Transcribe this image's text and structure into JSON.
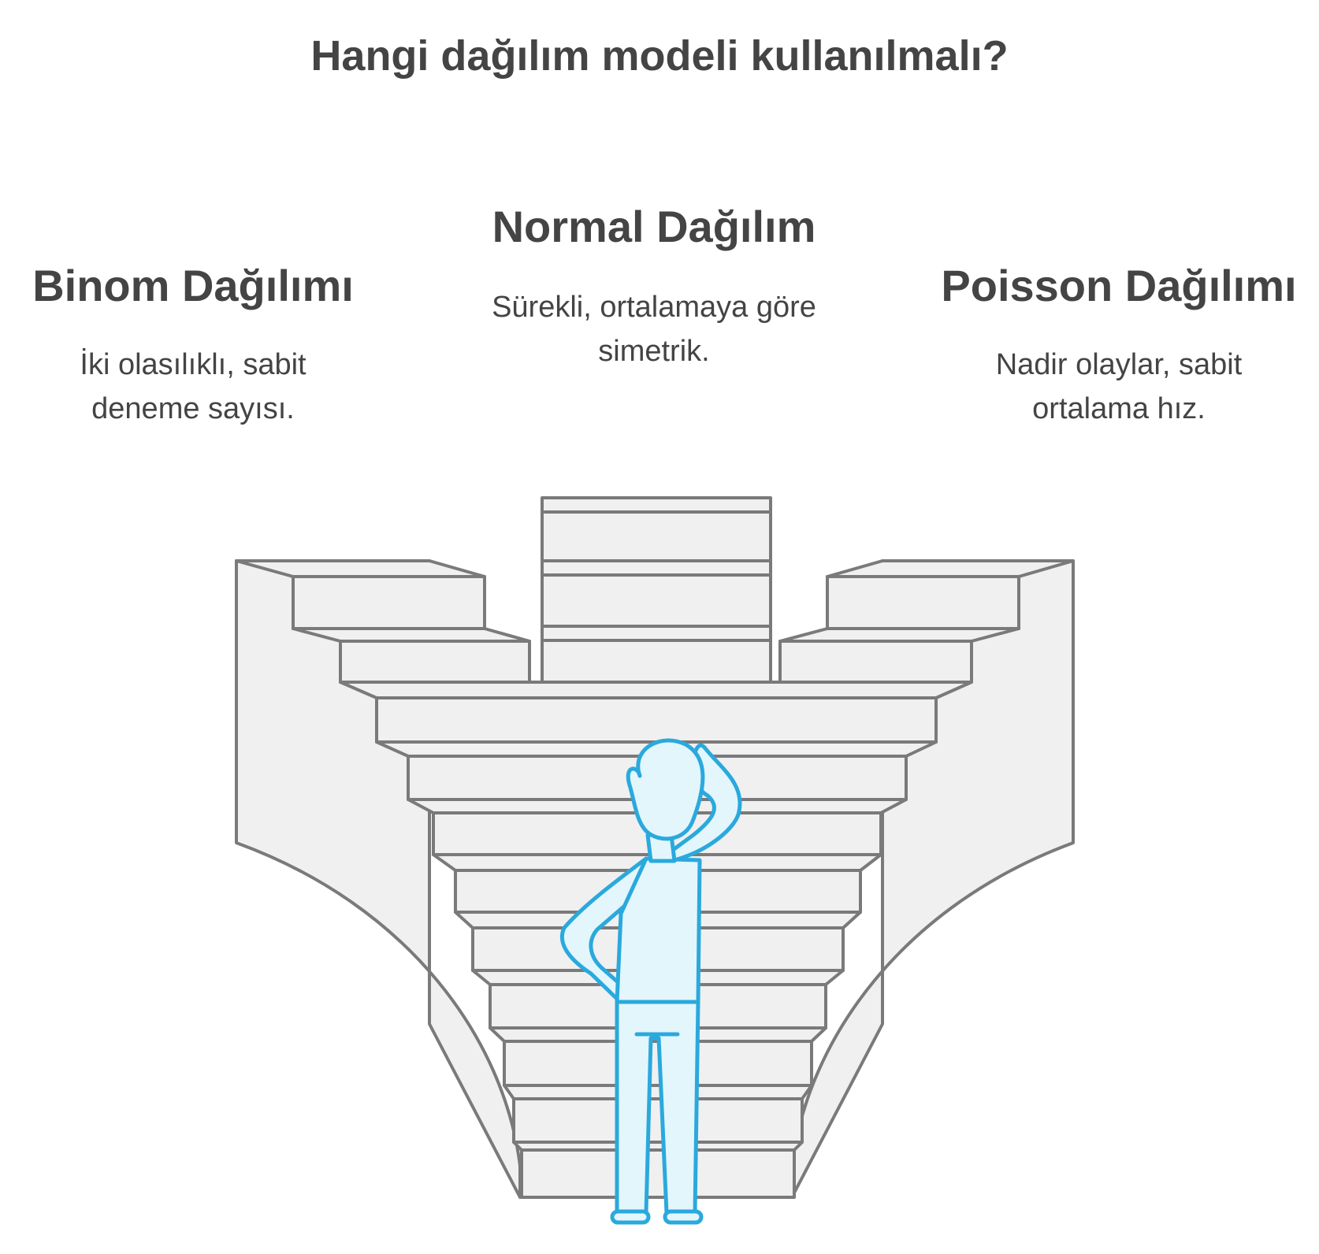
{
  "title": "Hangi dağılım modeli kullanılmalı?",
  "options": {
    "binom": {
      "title": "Binom Dağılımı",
      "desc_line1": "İki olasılıklı, sabit",
      "desc_line2": "deneme sayısı."
    },
    "normal": {
      "title": "Normal Dağılım",
      "desc_line1": "Sürekli, ortalamaya göre",
      "desc_line2": "simetrik."
    },
    "poisson": {
      "title": "Poisson Dağılımı",
      "desc_line1": "Nadir olaylar, sabit",
      "desc_line2": "ortalama hız."
    }
  },
  "illustration": {
    "stair_fill": "#f0f0f0",
    "stair_stroke": "#7a7a7a",
    "person_fill": "#e3f6fc",
    "person_stroke": "#2aa9dd",
    "icon": "confused-person-icon"
  }
}
